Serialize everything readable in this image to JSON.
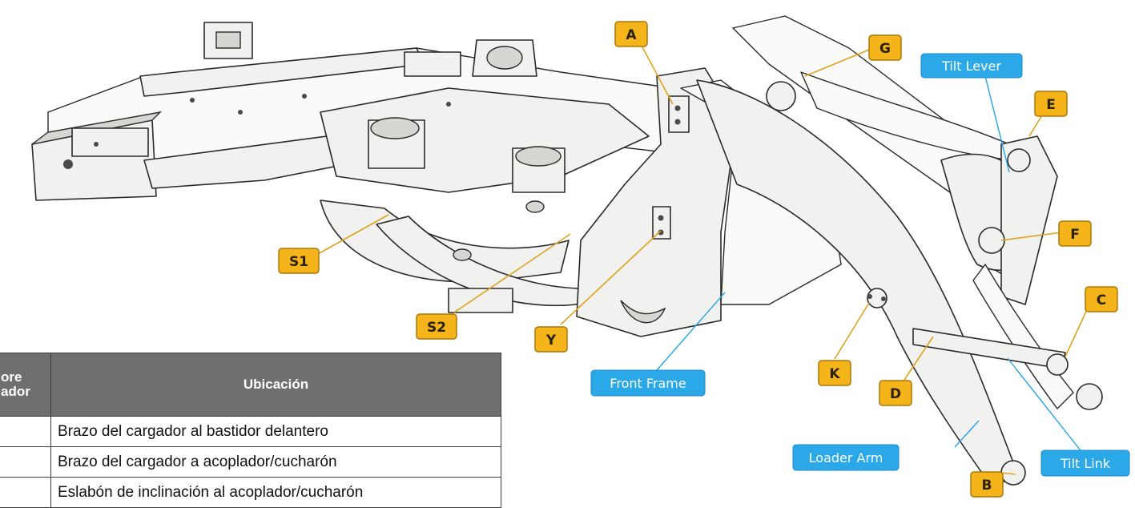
{
  "labels": {
    "A": "A",
    "B": "B",
    "C": "C",
    "D": "D",
    "E": "E",
    "F": "F",
    "G": "G",
    "K": "K",
    "S1": "S1",
    "S2": "S2",
    "Y": "Y"
  },
  "callouts": {
    "tilt_lever": "Tilt Lever",
    "front_frame": "Front Frame",
    "loader_arm": "Loader Arm",
    "tilt_link": "Tilt Link"
  },
  "table": {
    "header_col1": "ore\nador",
    "header_col2": "Ubicación",
    "rows": [
      {
        "code": "",
        "location": "Brazo del cargador al bastidor delantero"
      },
      {
        "code": "",
        "location": "Brazo del cargador a acoplador/cucharón"
      },
      {
        "code": "",
        "location": "Eslabón de inclinación al acoplador/cucharón"
      }
    ]
  },
  "colors": {
    "tag_fill": "#f4b41a",
    "callout_fill": "#2aa8e8",
    "table_header": "#6f6f6f"
  }
}
